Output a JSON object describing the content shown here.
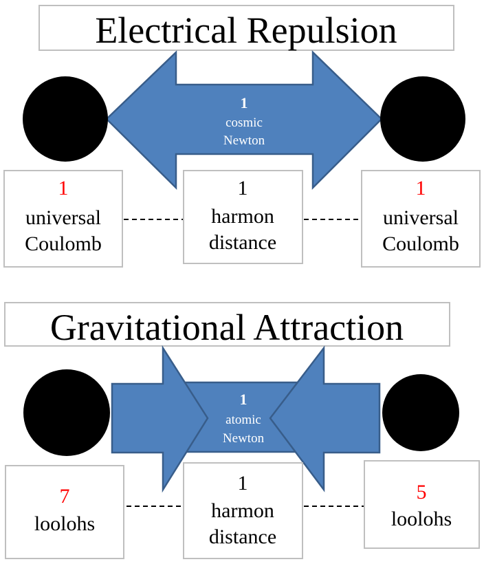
{
  "repulsion": {
    "title": "Electrical Repulsion",
    "force": {
      "value": "1",
      "unit_line1": "cosmic",
      "unit_line2": "Newton"
    },
    "left_charge": {
      "value": "1",
      "unit_line1": "universal",
      "unit_line2": "Coulomb"
    },
    "distance": {
      "value": "1",
      "unit_line1": "harmon",
      "unit_line2": "distance"
    },
    "right_charge": {
      "value": "1",
      "unit_line1": "universal",
      "unit_line2": "Coulomb"
    }
  },
  "attraction": {
    "title": "Gravitational Attraction",
    "force": {
      "value": "1",
      "unit_line1": "atomic",
      "unit_line2": "Newton"
    },
    "left_mass": {
      "value": "7",
      "unit": "loolohs"
    },
    "distance": {
      "value": "1",
      "unit_line1": "harmon",
      "unit_line2": "distance"
    },
    "right_mass": {
      "value": "5",
      "unit": "loolohs"
    }
  },
  "colors": {
    "arrow": "#4f81bd",
    "value_highlight": "#ff0000"
  }
}
